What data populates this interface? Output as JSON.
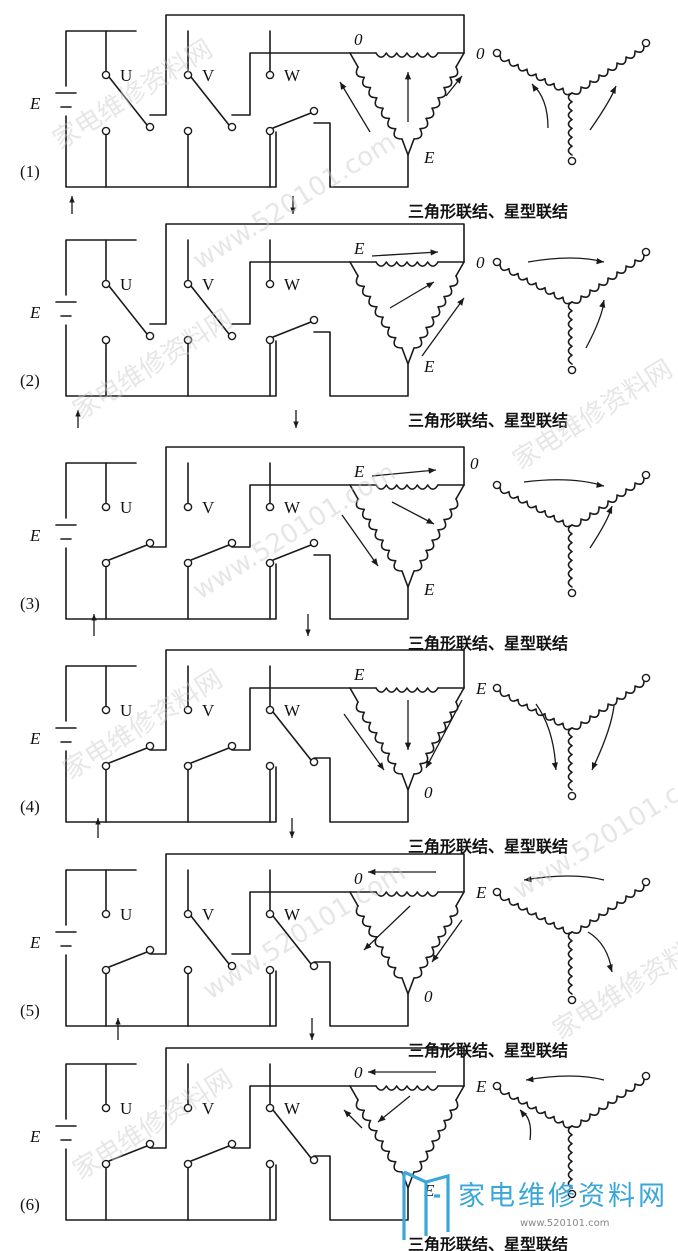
{
  "diagram": {
    "caption": "三角形联结、星型联结",
    "switch_labels": [
      "U",
      "V",
      "W"
    ],
    "panels": [
      {
        "id": "1",
        "label": "(1)",
        "delta_labels": {
          "top": "0",
          "right": "",
          "bottom": "E"
        },
        "star_tip": "0"
      },
      {
        "id": "2",
        "label": "(2)",
        "delta_labels": {
          "top": "E",
          "right": "",
          "bottom": "E"
        },
        "star_tip": "0"
      },
      {
        "id": "3",
        "label": "(3)",
        "delta_labels": {
          "top": "E",
          "right": "0",
          "bottom": "E"
        },
        "star_tip": ""
      },
      {
        "id": "4",
        "label": "(4)",
        "delta_labels": {
          "top": "E",
          "right": "",
          "bottom": "0"
        },
        "star_tip": "E"
      },
      {
        "id": "5",
        "label": "(5)",
        "delta_labels": {
          "top": "0",
          "right": "",
          "bottom": "0"
        },
        "star_tip": "E"
      },
      {
        "id": "6",
        "label": "(6)",
        "delta_labels": {
          "top": "0",
          "right": "",
          "bottom": "E"
        },
        "star_tip": "E"
      }
    ],
    "battery_label": "E"
  },
  "watermark": {
    "texts": [
      "家电维修资料网",
      "www.520101.com"
    ],
    "logo_text": "家电维修资料网",
    "logo_url_text": "www.520101.com"
  },
  "colors": {
    "line": "#1a1a1a",
    "watermark": "#c9c9c9",
    "logo": "#3aa7d8"
  }
}
